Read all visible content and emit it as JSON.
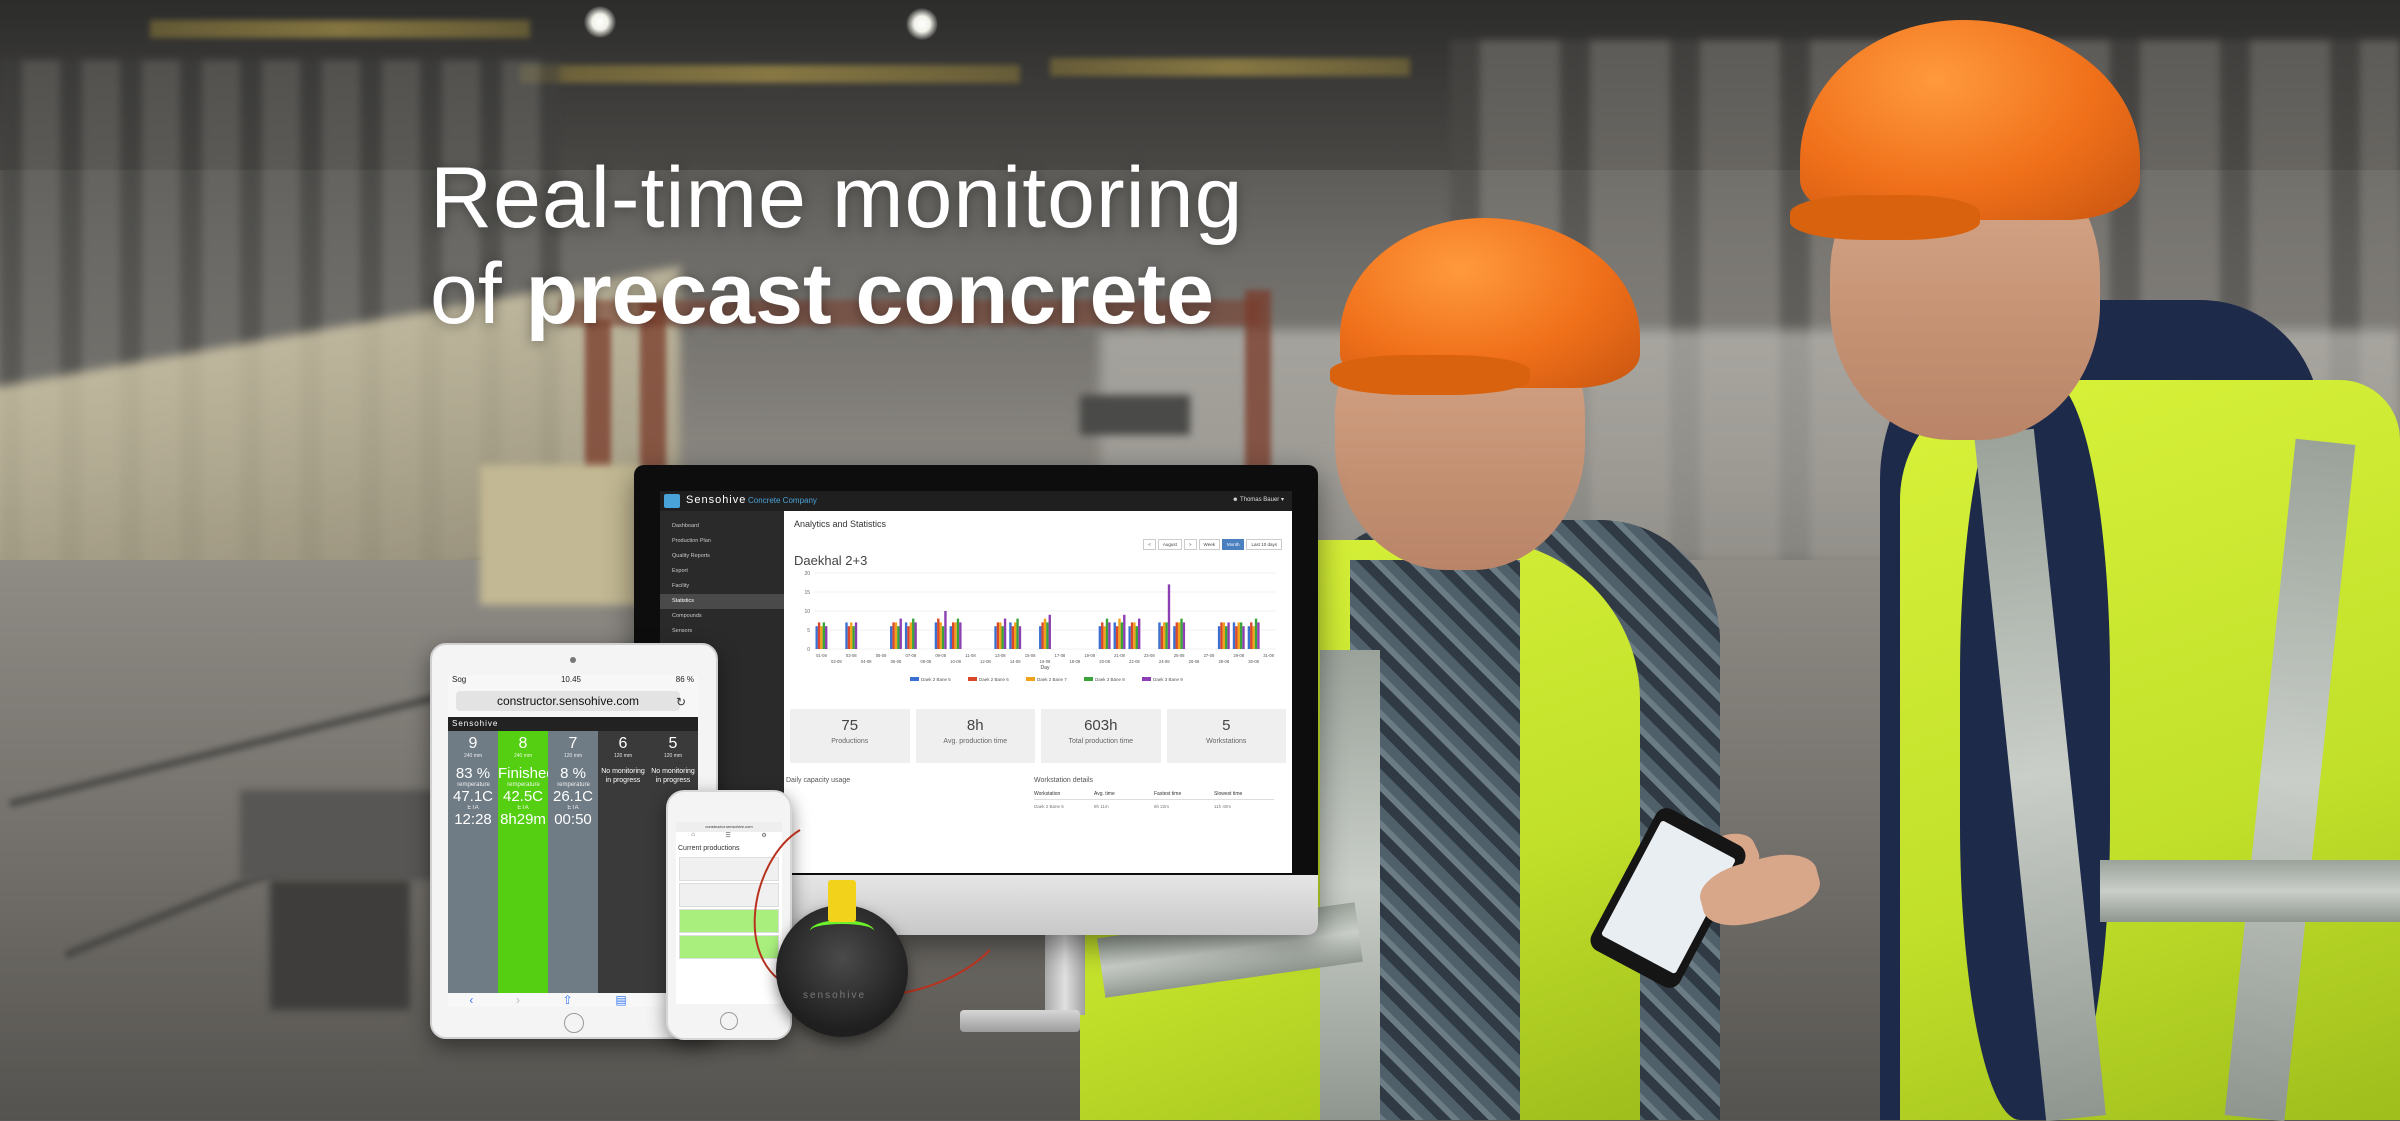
{
  "hero": {
    "line1": "Real-time monitoring",
    "line2_prefix": "of",
    "line2_bold": "precast concrete"
  },
  "desktop_app": {
    "brand": "Sensohive",
    "company": "Concrete Company",
    "user": "Thomas Bauer",
    "sidebar": [
      "Dashboard",
      "Production Plan",
      "Quality Reports",
      "Export",
      "Facility",
      "Statistics",
      "Compounds",
      "Sensors"
    ],
    "active_item": "Statistics",
    "page_title": "Analytics and Statistics",
    "range_buttons": [
      "<",
      "August",
      ">",
      "Week",
      "Month",
      "Last 10 days"
    ],
    "active_range": "Month",
    "chart_title": "Daekhal 2+3",
    "stats": [
      {
        "value": "75",
        "label": "Productions"
      },
      {
        "value": "8h",
        "label": "Avg. production time"
      },
      {
        "value": "603h",
        "label": "Total production time"
      },
      {
        "value": "5",
        "label": "Workstations"
      }
    ],
    "daily_capacity_label": "Daily capacity usage",
    "workstation_details_label": "Workstation details",
    "workstation_headers": [
      "Workstation",
      "Avg. time",
      "Fastest time",
      "Slowest time"
    ],
    "workstation_row": [
      "Daek 2 Bane 5",
      "8h 11m",
      "6h 22m",
      "11h 40m"
    ]
  },
  "chart_data": {
    "type": "bar",
    "categories": [
      "01-08",
      "02-08",
      "03-08",
      "04-08",
      "05-08",
      "06-08",
      "07-08",
      "08-08",
      "09-08",
      "10-08",
      "11-08",
      "12-08",
      "13-08",
      "14-08",
      "15-08",
      "16-08",
      "17-08",
      "18-08",
      "19-08",
      "20-08",
      "21-08",
      "22-08",
      "23-08",
      "24-08",
      "25-08",
      "26-08",
      "27-08",
      "28-08",
      "29-08",
      "30-08",
      "31-08"
    ],
    "series": [
      {
        "name": "Daek 2 Bane 5",
        "color": "#3b6fd1",
        "values": [
          6,
          0,
          7,
          0,
          0,
          6,
          7,
          0,
          7,
          6,
          0,
          0,
          6,
          7,
          0,
          6,
          0,
          0,
          0,
          6,
          7,
          6,
          0,
          7,
          6,
          0,
          0,
          6,
          7,
          6,
          0
        ]
      },
      {
        "name": "Daek 2 Bane 6",
        "color": "#d9482b",
        "values": [
          7,
          0,
          6,
          0,
          0,
          7,
          6,
          0,
          8,
          7,
          0,
          0,
          7,
          6,
          0,
          7,
          0,
          0,
          0,
          7,
          6,
          7,
          0,
          6,
          7,
          0,
          0,
          7,
          6,
          7,
          0
        ]
      },
      {
        "name": "Daek 2 Bane 7",
        "color": "#f0a21a",
        "values": [
          6,
          0,
          7,
          0,
          0,
          7,
          7,
          0,
          7,
          7,
          0,
          0,
          7,
          7,
          0,
          8,
          0,
          0,
          0,
          6,
          8,
          7,
          0,
          7,
          7,
          0,
          0,
          7,
          7,
          6,
          0
        ]
      },
      {
        "name": "Daek 3 Bane 8",
        "color": "#3aa33a",
        "values": [
          7,
          0,
          6,
          0,
          0,
          6,
          8,
          0,
          6,
          8,
          0,
          0,
          6,
          8,
          0,
          7,
          0,
          0,
          0,
          8,
          7,
          6,
          0,
          7,
          8,
          0,
          0,
          6,
          7,
          8,
          0
        ]
      },
      {
        "name": "Daek 3 Bane 9",
        "color": "#8b3fb3",
        "values": [
          6,
          0,
          7,
          0,
          0,
          8,
          7,
          0,
          10,
          7,
          0,
          0,
          8,
          6,
          0,
          9,
          0,
          0,
          0,
          7,
          9,
          8,
          0,
          17,
          7,
          0,
          0,
          7,
          6,
          7,
          0
        ]
      }
    ],
    "xlabel": "Day",
    "ylabel": "",
    "ylim": [
      0,
      20
    ],
    "yticks": [
      0,
      5,
      10,
      15,
      20
    ],
    "grid": true,
    "legend": "bottom"
  },
  "tablet_app": {
    "status_left": "Sog",
    "time": "10.45",
    "battery": "86 %",
    "url": "constructor.sensohive.com",
    "brand": "Sensohive",
    "columns": [
      {
        "num": "9",
        "mm": "240 mm",
        "pct": "83 %",
        "temp_label": "Temperature",
        "temp": "47.1C",
        "eta_label": "ETA",
        "eta": "12:28",
        "style": "grey"
      },
      {
        "num": "8",
        "mm": "240 mm",
        "pct": "Finished",
        "temp_label": "Temperature",
        "temp": "42.5C",
        "eta_label": "ETA",
        "eta": "8h29m",
        "style": "green"
      },
      {
        "num": "7",
        "mm": "120 mm",
        "pct": "8 %",
        "temp_label": "Temperature",
        "temp": "26.1C",
        "eta_label": "ETA",
        "eta": "00:50",
        "style": "grey"
      },
      {
        "num": "6",
        "mm": "120 mm",
        "msg": "No monitoring in progress",
        "style": "dark"
      },
      {
        "num": "5",
        "mm": "120 mm",
        "msg": "No monitoring in progress",
        "style": "dark"
      }
    ]
  },
  "phone_app": {
    "url": "constructor.sensohive.com",
    "title": "Current productions"
  },
  "sensor": {
    "label": "sensohive"
  }
}
